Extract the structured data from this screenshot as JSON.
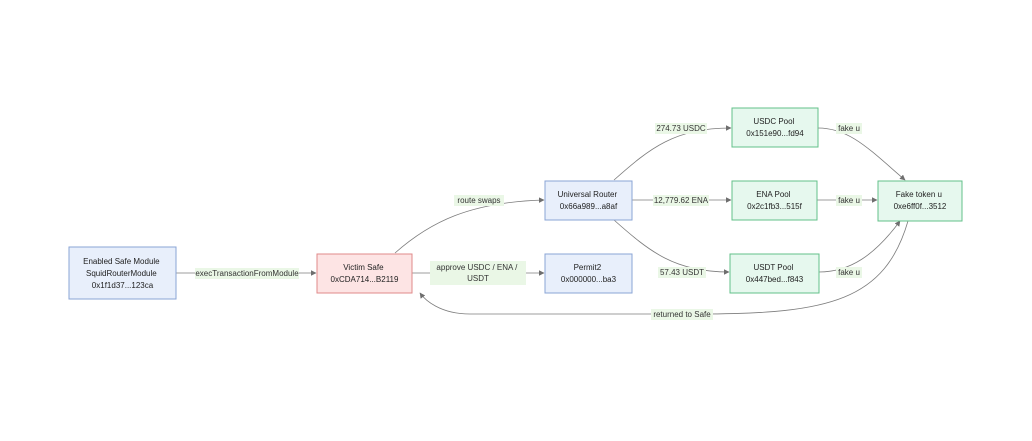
{
  "nodes": {
    "module": {
      "lines": [
        "Enabled Safe Module",
        "SquidRouterModule",
        "0x1f1d37...123ca"
      ]
    },
    "victim": {
      "lines": [
        "Victim Safe",
        "0xCDA714...B2119"
      ]
    },
    "router": {
      "lines": [
        "Universal Router",
        "0x66a989...a8af"
      ]
    },
    "permit": {
      "lines": [
        "Permit2",
        "0x000000...ba3"
      ]
    },
    "usdc_pool": {
      "lines": [
        "USDC Pool",
        "0x151e90...fd94"
      ]
    },
    "ena_pool": {
      "lines": [
        "ENA Pool",
        "0x2c1fb3...515f"
      ]
    },
    "usdt_pool": {
      "lines": [
        "USDT Pool",
        "0x447bed...f843"
      ]
    },
    "fake": {
      "lines": [
        "Fake token u",
        "0xe6ff0f...3512"
      ]
    }
  },
  "edges": {
    "exec": "execTransactionFromModule",
    "route": "route swaps",
    "approve": [
      "approve USDC / ENA /",
      "USDT"
    ],
    "usdc": "274.73 USDC",
    "ena": "12,779.62 ENA",
    "usdt": "57.43 USDT",
    "fake1": "fake u",
    "fake2": "fake u",
    "fake3": "fake u",
    "returned": "returned to Safe"
  },
  "colors": {
    "blue_fill": "#e8effb",
    "red_fill": "#fde4e4",
    "green_fill": "#e6f8ee",
    "label_bg": "#eaf7e6",
    "edge": "#7c7c7c"
  }
}
